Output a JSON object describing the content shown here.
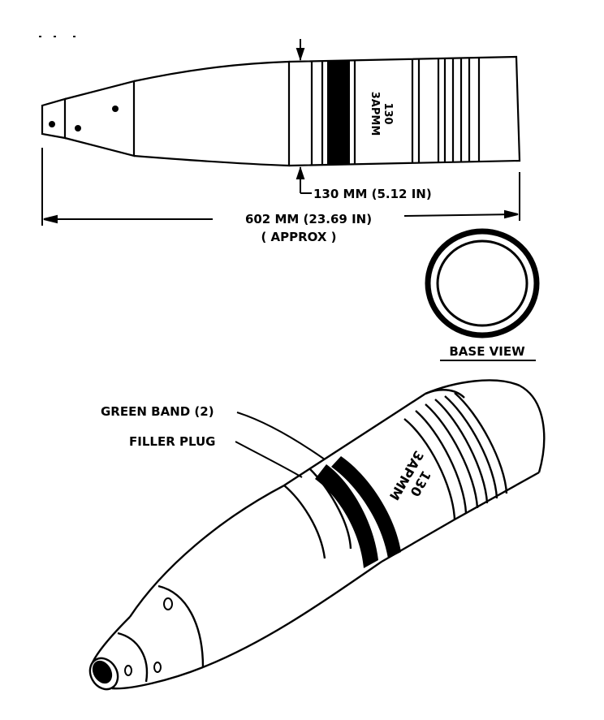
{
  "top_view": {
    "shell_marking_line1": "130",
    "shell_marking_line2": "3APMM",
    "diameter_label": "130 MM (5.12 IN)",
    "length_label": "602 MM (23.69 IN)",
    "length_note": "( APPROX )"
  },
  "base_view": {
    "title": "BASE VIEW"
  },
  "iso_view": {
    "callout_green_band": "GREEN BAND (2)",
    "callout_filler_plug": "FILLER PLUG",
    "shell_marking_line1": "130",
    "shell_marking_line2": "3APMM"
  }
}
